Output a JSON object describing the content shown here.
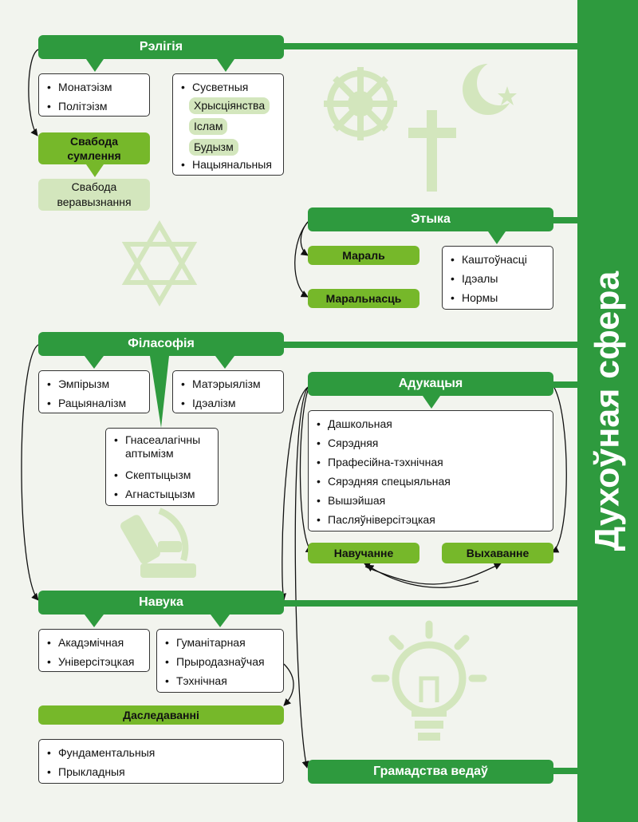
{
  "sidebar": {
    "title": "Духоўная сфера"
  },
  "religion": {
    "title": "Рэлігія",
    "types": [
      "Монатэізм",
      "Політэізм"
    ],
    "world_label": "Сусветныя",
    "world": [
      "Хрысціянства",
      "Іслам",
      "Будызм"
    ],
    "national": "Нацыянальныя",
    "freedom": "Свабода сумлення",
    "freedom_religion": "Свабода веравызнання"
  },
  "ethics": {
    "title": "Этыка",
    "moral": "Мараль",
    "morality": "Маральнасць",
    "items": [
      "Каштоўнасці",
      "Ідэалы",
      "Нормы"
    ]
  },
  "philosophy": {
    "title": "Філасофія",
    "group1": [
      "Эмпірызм",
      "Рацыяналізм"
    ],
    "group2": [
      "Матэрыялізм",
      "Ідэалізм"
    ],
    "group3": [
      "Гнасеалагічны аптымізм",
      "Скептыцызм",
      "Агнастыцызм"
    ]
  },
  "education": {
    "title": "Адукацыя",
    "levels": [
      "Дашкольная",
      "Сярэдняя",
      "Прафесійна-тэхнічная",
      "Сярэдняя спецыяльная",
      "Вышэйшая",
      "Пасляўніверсітэцкая"
    ],
    "teaching": "Навучанне",
    "upbringing": "Выхаванне"
  },
  "science": {
    "title": "Навука",
    "group1": [
      "Акадэмічная",
      "Універсітэцкая"
    ],
    "group2": [
      "Гуманітарная",
      "Прыродазнаўчая",
      "Тэхнічная"
    ],
    "research": "Даследаванні",
    "research_types": [
      "Фундаментальныя",
      "Прыкладныя"
    ]
  },
  "knowledge_society": "Грамадства ведаў",
  "colors": {
    "green_dark": "#2e9a3e",
    "green_light": "#76b82a",
    "green_pale": "#d3e6bd",
    "background": "#f2f4ee"
  },
  "icons": [
    "dharma-wheel-icon",
    "crescent-star-icon",
    "cross-icon",
    "star-of-david-icon",
    "microscope-icon",
    "lightbulb-icon"
  ]
}
